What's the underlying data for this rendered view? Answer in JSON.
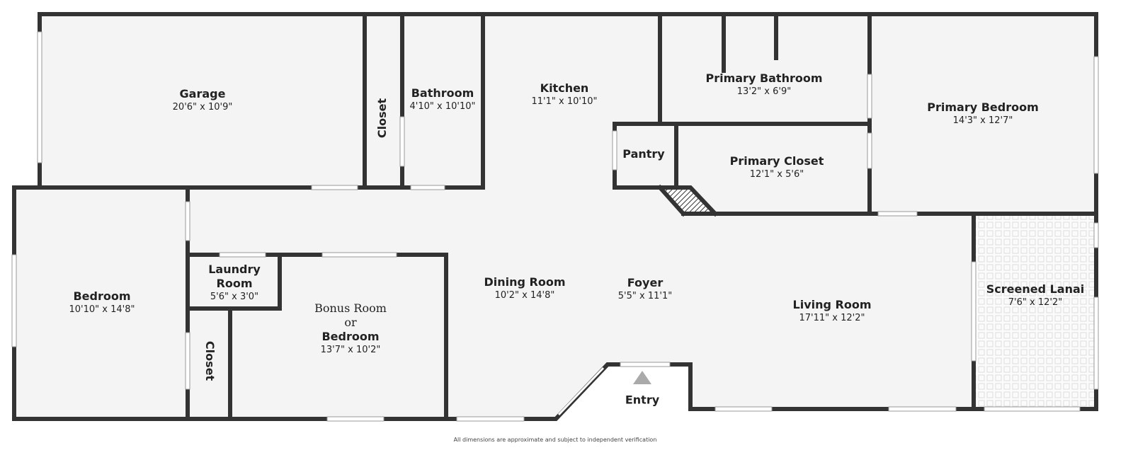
{
  "rooms": {
    "garage": {
      "name": "Garage",
      "dims": "20'6\" x 10'9\""
    },
    "closet_top": {
      "name": "Closet"
    },
    "bathroom": {
      "name": "Bathroom",
      "dims": "4'10\" x 10'10\""
    },
    "kitchen": {
      "name": "Kitchen",
      "dims": "11'1\" x 10'10\""
    },
    "primary_bathroom": {
      "name": "Primary Bathroom",
      "dims": "13'2\" x 6'9\""
    },
    "primary_bedroom": {
      "name": "Primary Bedroom",
      "dims": "14'3\" x 12'7\""
    },
    "pantry": {
      "name": "Pantry"
    },
    "primary_closet": {
      "name": "Primary Closet",
      "dims": "12'1\" x 5'6\""
    },
    "bedroom": {
      "name": "Bedroom",
      "dims": "10'10\" x 14'8\""
    },
    "laundry": {
      "name1": "Laundry",
      "name2": "Room",
      "dims": "5'6\" x 3'0\""
    },
    "closet_bottom": {
      "name": "Closet"
    },
    "bonus": {
      "name1": "Bonus Room",
      "name2": "or",
      "name3": "Bedroom",
      "dims": "13'7\" x 10'2\""
    },
    "dining": {
      "name": "Dining Room",
      "dims": "10'2\" x 14'8\""
    },
    "foyer": {
      "name": "Foyer",
      "dims": "5'5\" x 11'1\""
    },
    "living": {
      "name": "Living Room",
      "dims": "17'11\" x 12'2\""
    },
    "lanai": {
      "name": "Screened Lanai",
      "dims": "7'6\" x 12'2\""
    }
  },
  "entry_label": "Entry",
  "disclaimer": "All dimensions are approximate and subject to independent verification",
  "colors": {
    "wall": "#333333",
    "floor": "#f4f4f4",
    "window": "#ffffff"
  }
}
